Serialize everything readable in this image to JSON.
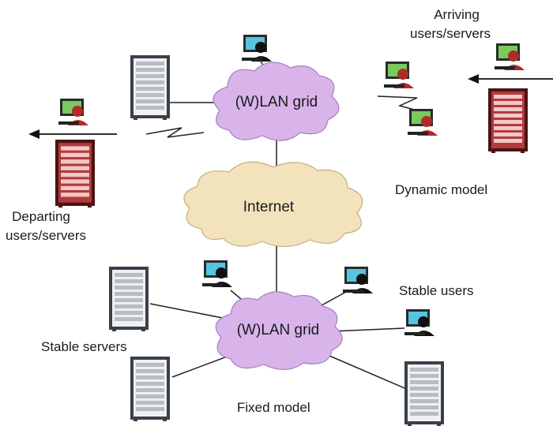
{
  "labels": {
    "wlan_top": "(W)LAN grid",
    "wlan_bottom": "(W)LAN grid",
    "internet": "Internet",
    "arriving_line1": "Arriving",
    "arriving_line2": "users/servers",
    "departing_line1": "Departing",
    "departing_line2": "users/servers",
    "dynamic_model": "Dynamic model",
    "stable_users": "Stable users",
    "stable_servers": "Stable servers",
    "fixed_model": "Fixed model"
  },
  "colors": {
    "cloud_wlan": "#d8b4ea",
    "cloud_wlan_stroke": "#a77fc0",
    "cloud_internet": "#f3e3bd",
    "cloud_internet_stroke": "#c7ad7a",
    "server_stable": "#e6e7ea",
    "server_dynamic": "#b33a3a",
    "screen_stable": "#56c5df",
    "screen_dynamic": "#79c95d",
    "person_stable": "#111111",
    "person_dynamic": "#b12a2a"
  },
  "icons": {
    "server": "server-rack-icon",
    "user": "workstation-user-icon",
    "cloud": "cloud-icon",
    "wireless": "wireless-link-icon",
    "arrow": "arrow-icon"
  }
}
